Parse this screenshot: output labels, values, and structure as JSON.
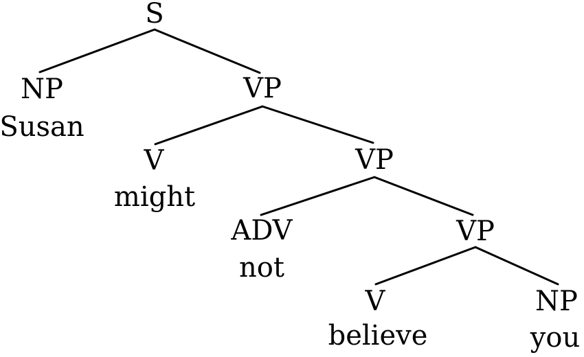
{
  "figure": {
    "background_color": "#ffffff",
    "text_color": "#000000",
    "line_color": "#000000"
  },
  "tree": {
    "nodes": {
      "s": {
        "label": "S"
      },
      "np_subject": {
        "label": "NP",
        "word": "Susan"
      },
      "vp_outer": {
        "label": "VP"
      },
      "v_aux": {
        "label": "V",
        "word": "might"
      },
      "vp_mid": {
        "label": "VP"
      },
      "adv": {
        "label": "ADV",
        "word": "not"
      },
      "vp_inner": {
        "label": "VP"
      },
      "v_main": {
        "label": "V",
        "word": "believe"
      },
      "np_object": {
        "label": "NP",
        "word": "you"
      }
    },
    "edges": [
      [
        "s",
        "np_subject"
      ],
      [
        "s",
        "vp_outer"
      ],
      [
        "vp_outer",
        "v_aux"
      ],
      [
        "vp_outer",
        "vp_mid"
      ],
      [
        "vp_mid",
        "adv"
      ],
      [
        "vp_mid",
        "vp_inner"
      ],
      [
        "vp_inner",
        "v_main"
      ],
      [
        "vp_inner",
        "np_object"
      ]
    ]
  }
}
